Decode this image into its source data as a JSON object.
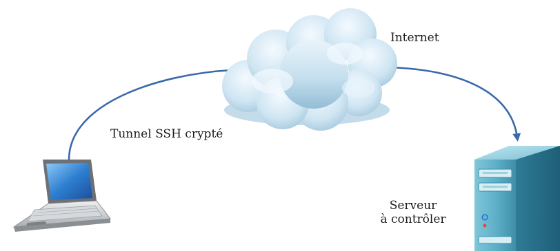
{
  "labels": {
    "internet": "Internet",
    "tunnel": "Tunnel SSH crypté",
    "server_line1": "Serveur",
    "server_line2": "à contrôler"
  },
  "colors": {
    "arrow": "#3a68ad",
    "cloud": "#c5dfee",
    "cloud_shadow": "#8fb7cf",
    "server_body": "#5fb0c9",
    "server_dark": "#2a6f89",
    "laptop_body": "#c9ccd0",
    "laptop_screen": "#2e7fd1"
  },
  "icons": [
    "cloud-icon",
    "laptop-icon",
    "server-icon",
    "arrow-icon"
  ]
}
